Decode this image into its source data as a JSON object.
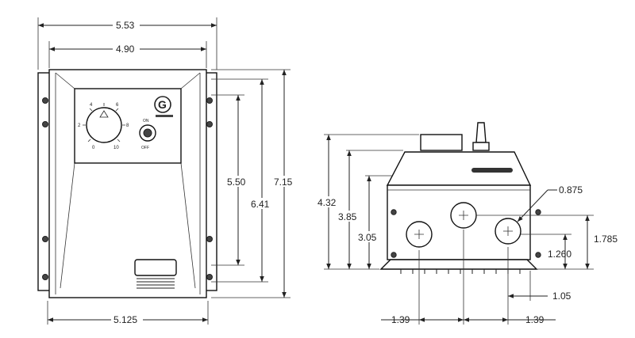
{
  "front_view": {
    "dial": {
      "scale": [
        "0",
        "2",
        "4",
        "6",
        "8",
        "10"
      ]
    },
    "switch": {
      "on_label": "ON",
      "off_label": "OFF"
    },
    "logo": {
      "letter": "G"
    }
  },
  "dimensions": {
    "overall_width": "5.53",
    "inner_width": "4.90",
    "bottom_width": "5.125",
    "height_inner": "5.50",
    "height_mid": "6.41",
    "height_overall": "7.15",
    "side_height_overall": "4.32",
    "side_height_mid": "3.85",
    "side_height_low": "3.05",
    "hole_diameter": "0.875",
    "hole_height_upper": "1.785",
    "hole_height_lower": "1.260",
    "edge_offset": "1.05",
    "hole_spacing_left": "1.39",
    "hole_spacing_right": "1.39"
  }
}
